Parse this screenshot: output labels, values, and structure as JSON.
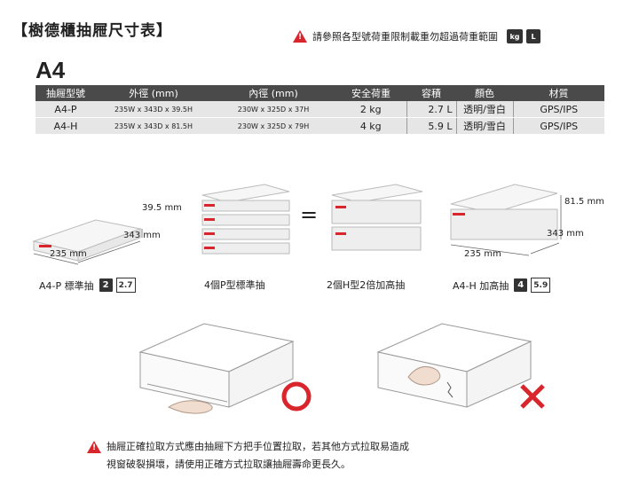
{
  "header": {
    "title": "【樹德櫃抽屜尺寸表】",
    "warning": "請參照各型號荷重限制載重勿超過荷重範圍",
    "kg_badge": "kg",
    "l_badge": "L"
  },
  "model": "A4",
  "table": {
    "columns": [
      "抽屜型號",
      "外徑 (mm)",
      "內徑 (mm)",
      "安全荷重",
      "容積",
      "顏色",
      "材質"
    ],
    "rows": [
      [
        "A4-P",
        "235W x 343D x 39.5H",
        "230W x 325D x 37H",
        "2 kg",
        "2.7 L",
        "透明/雪白",
        "GPS/IPS"
      ],
      [
        "A4-H",
        "235W x 343D x 81.5H",
        "230W x 325D x 79H",
        "4 kg",
        "5.9 L",
        "透明/雪白",
        "GPS/IPS"
      ]
    ]
  },
  "diagram": {
    "p_height": "39.5 mm",
    "p_depth": "343 mm",
    "p_width": "235 mm",
    "p_label": "A4-P 標準抽",
    "p_kg": "2",
    "p_l": "2.7",
    "stack_label": "4個P型標準抽",
    "equals": "=",
    "hh_label": "2個H型2倍加高抽",
    "h_height": "81.5 mm",
    "h_depth": "343 mm",
    "h_width": "235 mm",
    "h_label": "A4-H 加高抽",
    "h_kg": "4",
    "h_l": "5.9"
  },
  "notice": {
    "line1": "抽屜正確拉取方式應由抽屜下方把手位置拉取，若其他方式拉取易造成",
    "line2": "視窗破裂損壞，請使用正確方式拉取讓抽屜壽命更長久。"
  },
  "colors": {
    "accent_red": "#d9262c",
    "header_gray": "#4a4a4a",
    "row_gray": "#e6e6e6"
  }
}
